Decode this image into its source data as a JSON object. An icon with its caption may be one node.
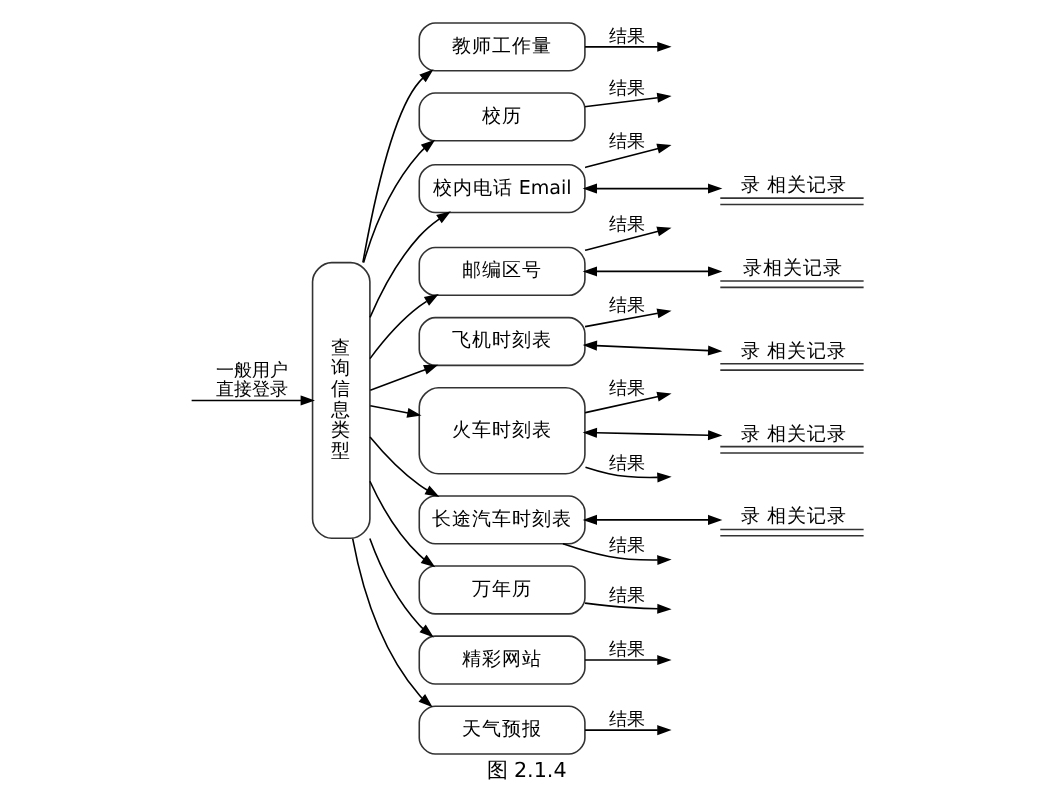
{
  "diagram": {
    "caption": "图 2.1.4",
    "nodes": [
      {
        "text": [
          "查询信息类型"
        ]
      },
      {
        "text": [
          "教师工作量"
        ]
      },
      {
        "text": [
          "校历"
        ]
      },
      {
        "text": [
          "校内电话 Email"
        ]
      },
      {
        "text": [
          "邮编区号"
        ]
      },
      {
        "text": [
          "飞机时刻表"
        ]
      },
      {
        "text": [
          "火车时刻表"
        ]
      },
      {
        "text": [
          "长途汽车时刻表"
        ]
      },
      {
        "text": [
          "万年历"
        ]
      },
      {
        "text": [
          "精彩网站"
        ]
      },
      {
        "text": [
          "天气预报"
        ]
      },
      {
        "text": [
          "录 相关记录"
        ]
      },
      {
        "text": [
          "录相关记录"
        ]
      },
      {
        "text": [
          "录 相关记录"
        ]
      },
      {
        "text": [
          "录 相关记录"
        ]
      },
      {
        "text": [
          "录 相关记录"
        ]
      }
    ],
    "edges": [
      {
        "from": null,
        "to": 0,
        "arrow": "to",
        "label": "一般用户直接登录"
      },
      {
        "from": 0,
        "to": 1,
        "arrow": "to"
      },
      {
        "from": 0,
        "to": 2,
        "arrow": "to"
      },
      {
        "from": 0,
        "to": 3,
        "arrow": "to"
      },
      {
        "from": 0,
        "to": 4,
        "arrow": "to"
      },
      {
        "from": 0,
        "to": 5,
        "arrow": "to"
      },
      {
        "from": 0,
        "to": 6,
        "arrow": "to"
      },
      {
        "from": 0,
        "to": 7,
        "arrow": "to"
      },
      {
        "from": 0,
        "to": 8,
        "arrow": "to"
      },
      {
        "from": 0,
        "to": 9,
        "arrow": "to"
      },
      {
        "from": 0,
        "to": 10,
        "arrow": "to"
      },
      {
        "from": 1,
        "to": null,
        "arrow": "to",
        "label": "结果"
      },
      {
        "from": 2,
        "to": null,
        "arrow": "to",
        "label": "结果"
      },
      {
        "from": 3,
        "to": null,
        "arrow": "to",
        "label": "结果"
      },
      {
        "from": 3,
        "to": 11,
        "arrow": "both"
      },
      {
        "from": 4,
        "to": null,
        "arrow": "to",
        "label": "结果"
      },
      {
        "from": 4,
        "to": 12,
        "arrow": "both"
      },
      {
        "from": 5,
        "to": null,
        "arrow": "to",
        "label": "结果"
      },
      {
        "from": 5,
        "to": 13,
        "arrow": "both"
      },
      {
        "from": 6,
        "to": null,
        "arrow": "to",
        "label": "结果"
      },
      {
        "from": 6,
        "to": 14,
        "arrow": "both"
      },
      {
        "from": 6,
        "to": null,
        "arrow": "to",
        "label": "结果"
      },
      {
        "from": 7,
        "to": 15,
        "arrow": "both"
      },
      {
        "from": 7,
        "to": null,
        "arrow": "to",
        "label": "结果"
      },
      {
        "from": 8,
        "to": null,
        "arrow": "to",
        "label": "结果"
      },
      {
        "from": 9,
        "to": null,
        "arrow": "to",
        "label": "结果"
      },
      {
        "from": 10,
        "to": null,
        "arrow": "to",
        "label": "结果"
      }
    ]
  }
}
